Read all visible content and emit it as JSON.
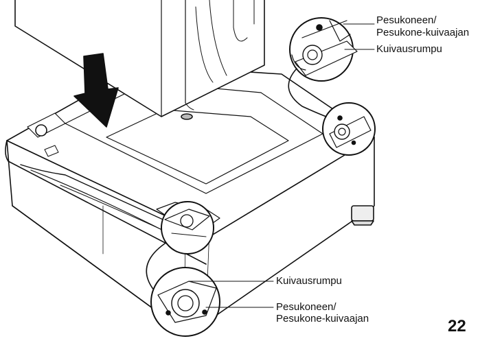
{
  "callouts": {
    "top_washer_line1": "Pesukoneen/",
    "top_washer_line2": "Pesukone-kuivaajan",
    "top_dryer": "Kuivausrumpu",
    "bottom_dryer": "Kuivausrumpu",
    "bottom_washer_line1": "Pesukoneen/",
    "bottom_washer_line2": "Pesukone-kuivaajan"
  },
  "page_number": "22",
  "colors": {
    "ink": "#111111",
    "fill": "#ffffff",
    "shade": "#dcdcdc"
  }
}
